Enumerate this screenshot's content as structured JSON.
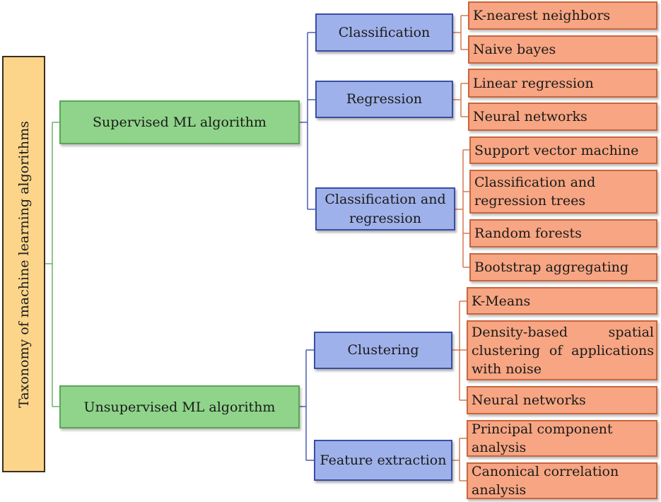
{
  "root": {
    "label": "Taxonomy of machine learning algorithms"
  },
  "supervised": {
    "label": "Supervised ML algorithm",
    "classification": {
      "label": "Classification",
      "items": [
        "K-nearest neighbors",
        "Naive bayes"
      ]
    },
    "regression": {
      "label": "Regression",
      "items": [
        "Linear regression",
        "Neural networks"
      ]
    },
    "classification_regression": {
      "label": "Classification and regression",
      "items": [
        "Support vector machine",
        "Classification and regression trees",
        "Random forests",
        "Bootstrap aggregating"
      ]
    }
  },
  "unsupervised": {
    "label": "Unsupervised ML algorithm",
    "clustering": {
      "label": "Clustering",
      "items": [
        "K-Means",
        "Density-based spatial clustering of applications with noise",
        "Neural networks"
      ]
    },
    "feature_extraction": {
      "label": "Feature extraction",
      "items": [
        "Principal component analysis",
        "Canonical correlation analysis"
      ]
    }
  },
  "colors": {
    "root_fill": "#fcd58a",
    "level1_fill": "#8fd48a",
    "level2_fill": "#9fb1ea",
    "level3_fill": "#f7a582"
  }
}
